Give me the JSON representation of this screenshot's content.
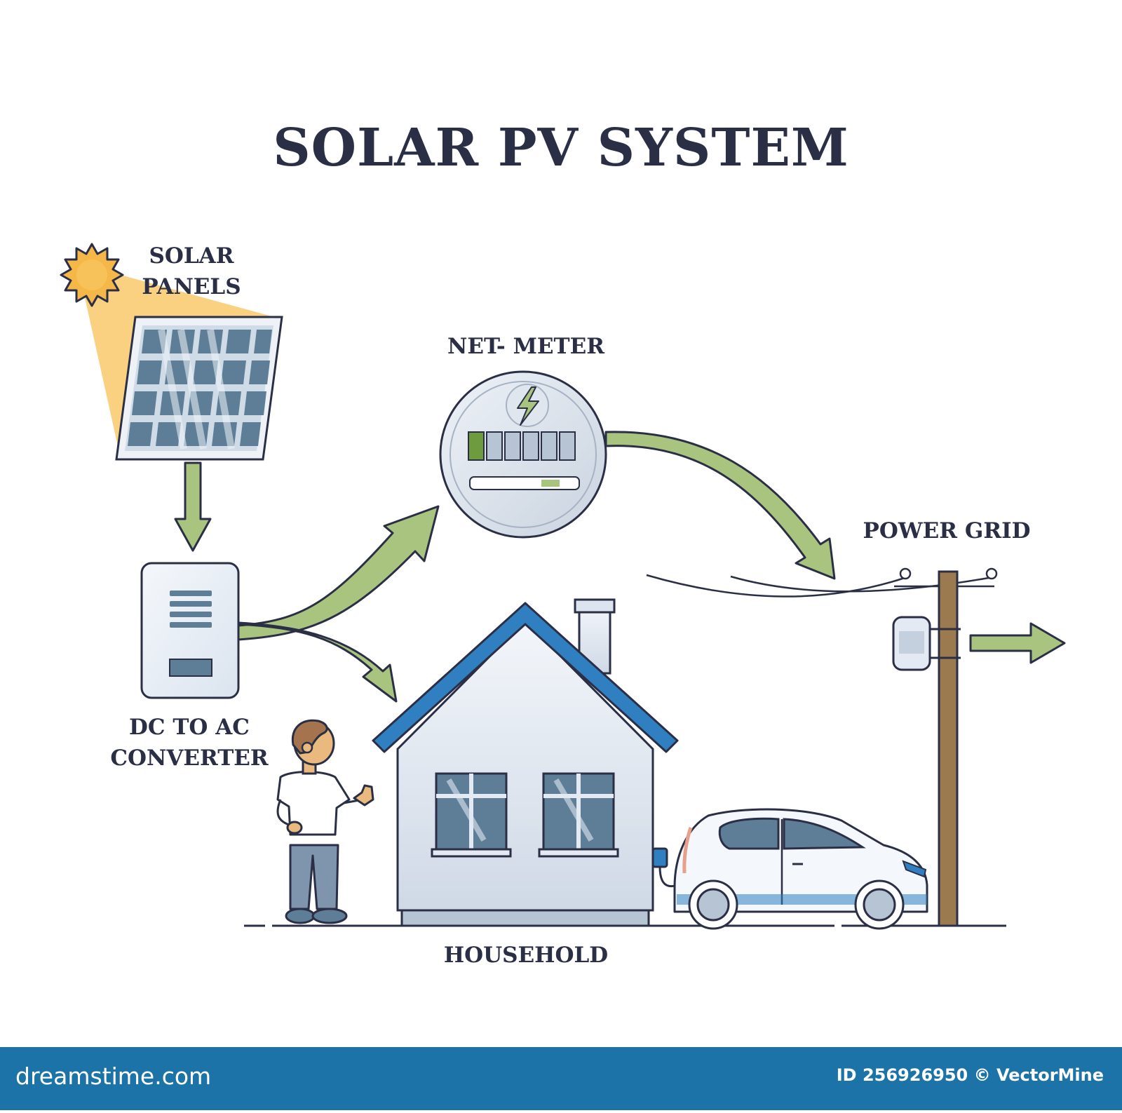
{
  "title": "SOLAR PV SYSTEM",
  "labels": {
    "solar_panels_line1": "SOLAR",
    "solar_panels_line2": "PANELS",
    "net_meter": "NET- METER",
    "power_grid": "POWER GRID",
    "converter_line1": "DC TO AC",
    "converter_line2": "CONVERTER",
    "household": "HOUSEHOLD"
  },
  "footer": {
    "site": "dreamstime.com",
    "id_text": "ID 256926950 © VectorMine"
  },
  "colors": {
    "text": "#2b2f45",
    "arrow_fill": "#a9c47f",
    "arrow_stroke": "#2b2f45",
    "sun": "#f5b748",
    "sun_beam": "#f9c86b",
    "panel_cells": "#5e7d96",
    "roof": "#2f7fc1",
    "house_wall": "#e4eaf3",
    "pole": "#9b7a4f",
    "footer_bar": "#1c73a8"
  }
}
